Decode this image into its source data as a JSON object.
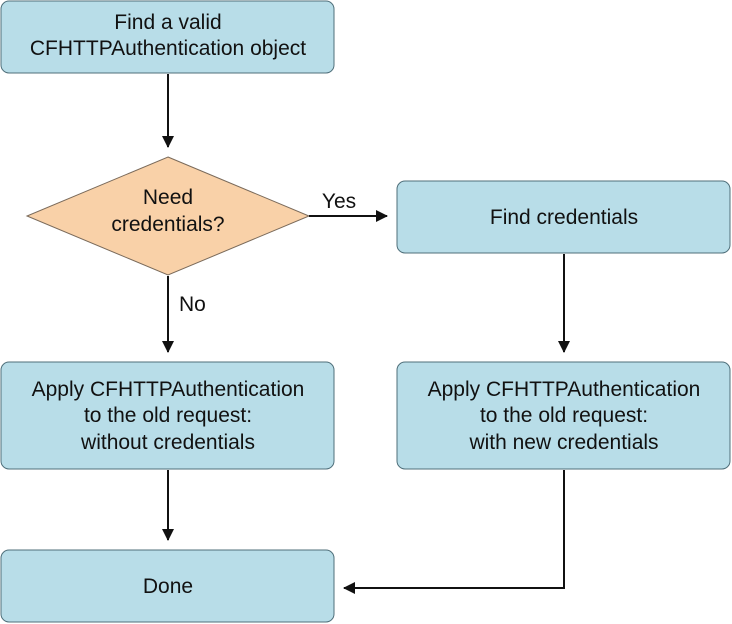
{
  "colors": {
    "process_fill": "#b8dde8",
    "process_stroke": "#4f6f7a",
    "decision_fill": "#f9d1a8",
    "decision_stroke": "#7a6a5a",
    "line": "#111111",
    "text": "#111111"
  },
  "nodes": {
    "find_auth": {
      "line1": "Find a valid",
      "line2": "CFHTTPAuthentication object"
    },
    "need_creds": {
      "line1": "Need",
      "line2": "credentials?"
    },
    "find_creds": {
      "line1": "Find credentials"
    },
    "apply_without": {
      "line1": "Apply CFHTTPAuthentication",
      "line2": "to the old request:",
      "line3": "without credentials"
    },
    "apply_with": {
      "line1": "Apply CFHTTPAuthentication",
      "line2": "to the old request:",
      "line3": "with new credentials"
    },
    "done": {
      "line1": "Done"
    }
  },
  "edges": {
    "yes_label": "Yes",
    "no_label": "No"
  }
}
